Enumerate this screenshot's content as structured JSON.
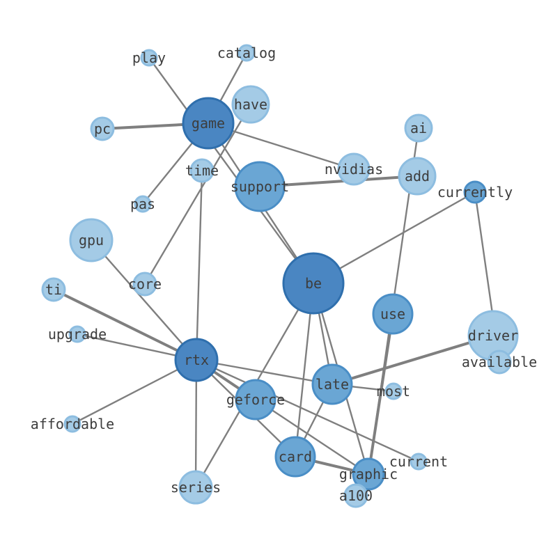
{
  "colors": {
    "edge": "#7f7f7f",
    "label": "#3d3d3d",
    "levels": {
      "dark": {
        "fill": "#4a86c2",
        "stroke": "#2f6fad"
      },
      "mid": {
        "fill": "#6aa6d4",
        "stroke": "#4a8ec6"
      },
      "light": {
        "fill": "#a4cbe6",
        "stroke": "#8dbde0"
      }
    }
  },
  "nodes": [
    {
      "id": "play",
      "label": "play",
      "level": "light"
    },
    {
      "id": "catalog",
      "label": "catalog",
      "level": "light"
    },
    {
      "id": "have",
      "label": "have",
      "level": "light"
    },
    {
      "id": "game",
      "label": "game",
      "level": "dark"
    },
    {
      "id": "pc",
      "label": "pc",
      "level": "light"
    },
    {
      "id": "ai",
      "label": "ai",
      "level": "light"
    },
    {
      "id": "time",
      "label": "time",
      "level": "light"
    },
    {
      "id": "nvidias",
      "label": "nvidias",
      "level": "light"
    },
    {
      "id": "add",
      "label": "add",
      "level": "light"
    },
    {
      "id": "support",
      "label": "support",
      "level": "mid"
    },
    {
      "id": "currently",
      "label": "currently",
      "level": "mid"
    },
    {
      "id": "pas",
      "label": "pas",
      "level": "light"
    },
    {
      "id": "gpu",
      "label": "gpu",
      "level": "light"
    },
    {
      "id": "be",
      "label": "be",
      "level": "dark"
    },
    {
      "id": "core",
      "label": "core",
      "level": "light"
    },
    {
      "id": "ti",
      "label": "ti",
      "level": "light"
    },
    {
      "id": "use",
      "label": "use",
      "level": "mid"
    },
    {
      "id": "driver",
      "label": "driver",
      "level": "light"
    },
    {
      "id": "upgrade",
      "label": "upgrade",
      "level": "light"
    },
    {
      "id": "available",
      "label": "available",
      "level": "light"
    },
    {
      "id": "rtx",
      "label": "rtx",
      "level": "dark"
    },
    {
      "id": "late",
      "label": "late",
      "level": "mid"
    },
    {
      "id": "most",
      "label": "most",
      "level": "light"
    },
    {
      "id": "geforce",
      "label": "geforce",
      "level": "mid"
    },
    {
      "id": "affordable",
      "label": "affordable",
      "level": "light"
    },
    {
      "id": "card",
      "label": "card",
      "level": "mid"
    },
    {
      "id": "current",
      "label": "current",
      "level": "light"
    },
    {
      "id": "graphic",
      "label": "graphic",
      "level": "mid"
    },
    {
      "id": "series",
      "label": "series",
      "level": "light"
    },
    {
      "id": "a100",
      "label": "a100",
      "level": "light"
    }
  ],
  "edges": [
    {
      "source": "game",
      "target": "pc",
      "weight": "heavy"
    },
    {
      "source": "game",
      "target": "catalog",
      "weight": "normal"
    },
    {
      "source": "game",
      "target": "pas",
      "weight": "normal"
    },
    {
      "source": "game",
      "target": "nvidias",
      "weight": "normal"
    },
    {
      "source": "game",
      "target": "be",
      "weight": "normal"
    },
    {
      "source": "play",
      "target": "be",
      "weight": "normal"
    },
    {
      "source": "have",
      "target": "core",
      "weight": "normal"
    },
    {
      "source": "support",
      "target": "add",
      "weight": "heavy"
    },
    {
      "source": "time",
      "target": "rtx",
      "weight": "normal"
    },
    {
      "source": "ai",
      "target": "graphic",
      "weight": "normal"
    },
    {
      "source": "currently",
      "target": "be",
      "weight": "normal"
    },
    {
      "source": "currently",
      "target": "available",
      "weight": "normal"
    },
    {
      "source": "gpu",
      "target": "rtx",
      "weight": "normal"
    },
    {
      "source": "be",
      "target": "late",
      "weight": "normal"
    },
    {
      "source": "be",
      "target": "card",
      "weight": "normal"
    },
    {
      "source": "be",
      "target": "series",
      "weight": "normal"
    },
    {
      "source": "be",
      "target": "graphic",
      "weight": "normal"
    },
    {
      "source": "ti",
      "target": "rtx",
      "weight": "heavy"
    },
    {
      "source": "upgrade",
      "target": "rtx",
      "weight": "normal"
    },
    {
      "source": "rtx",
      "target": "affordable",
      "weight": "normal"
    },
    {
      "source": "rtx",
      "target": "series",
      "weight": "normal"
    },
    {
      "source": "rtx",
      "target": "late",
      "weight": "normal"
    },
    {
      "source": "rtx",
      "target": "geforce",
      "weight": "heavy"
    },
    {
      "source": "rtx",
      "target": "card",
      "weight": "normal"
    },
    {
      "source": "rtx",
      "target": "current",
      "weight": "normal"
    },
    {
      "source": "rtx",
      "target": "graphic",
      "weight": "normal"
    },
    {
      "source": "driver",
      "target": "late",
      "weight": "heavy"
    },
    {
      "source": "late",
      "target": "most",
      "weight": "normal"
    },
    {
      "source": "late",
      "target": "card",
      "weight": "normal"
    },
    {
      "source": "use",
      "target": "graphic",
      "weight": "heavy"
    },
    {
      "source": "card",
      "target": "graphic",
      "weight": "heavy"
    }
  ]
}
